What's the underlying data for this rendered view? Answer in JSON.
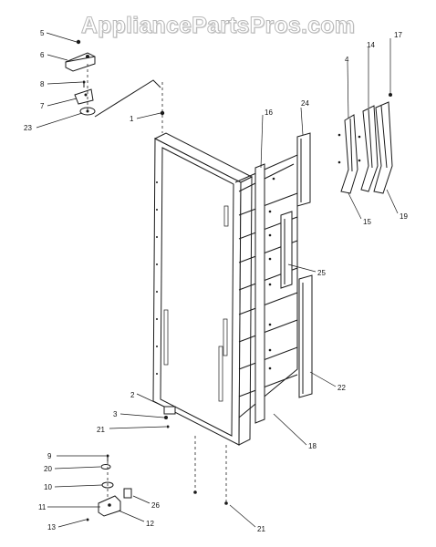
{
  "watermark": "AppliancePartsPros.com",
  "callouts": [
    {
      "id": "5",
      "label": "5"
    },
    {
      "id": "6",
      "label": "6"
    },
    {
      "id": "8",
      "label": "8"
    },
    {
      "id": "7",
      "label": "7"
    },
    {
      "id": "23",
      "label": "23"
    },
    {
      "id": "1",
      "label": "1"
    },
    {
      "id": "4",
      "label": "4"
    },
    {
      "id": "14",
      "label": "14"
    },
    {
      "id": "17",
      "label": "17"
    },
    {
      "id": "16",
      "label": "16"
    },
    {
      "id": "24",
      "label": "24"
    },
    {
      "id": "15",
      "label": "15"
    },
    {
      "id": "19",
      "label": "19"
    },
    {
      "id": "25a",
      "label": "25"
    },
    {
      "id": "22",
      "label": "22"
    },
    {
      "id": "18",
      "label": "18"
    },
    {
      "id": "2",
      "label": "2"
    },
    {
      "id": "3",
      "label": "3"
    },
    {
      "id": "21a",
      "label": "21"
    },
    {
      "id": "9",
      "label": "9"
    },
    {
      "id": "20",
      "label": "20"
    },
    {
      "id": "10",
      "label": "10"
    },
    {
      "id": "11",
      "label": "11"
    },
    {
      "id": "26",
      "label": "26"
    },
    {
      "id": "12",
      "label": "12"
    },
    {
      "id": "13",
      "label": "13"
    },
    {
      "id": "21b",
      "label": "21"
    }
  ]
}
